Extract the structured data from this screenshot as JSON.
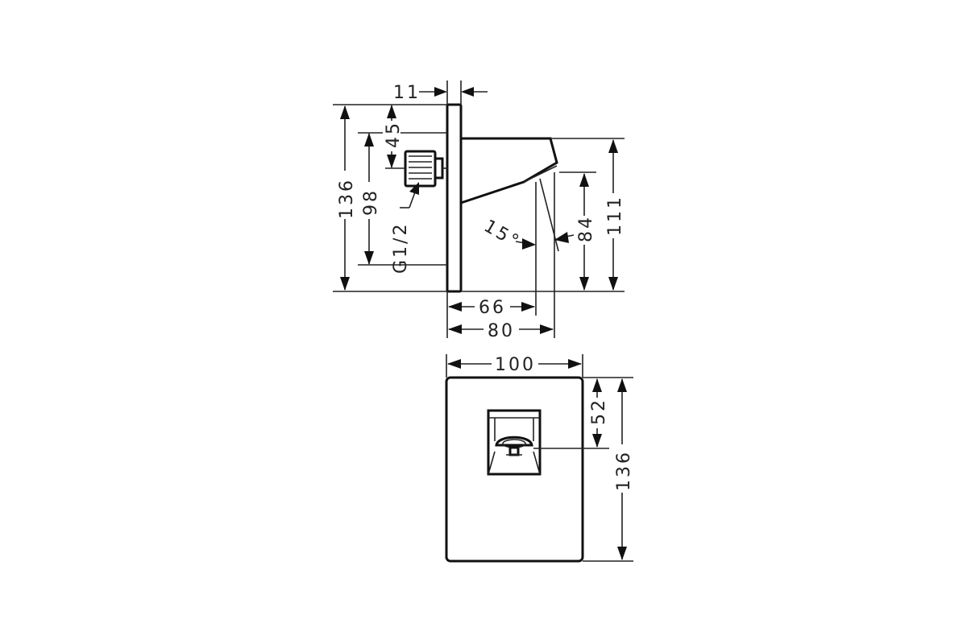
{
  "diagram": {
    "side_view": {
      "dim_plate_thickness": "11",
      "dim_height_total": "136",
      "dim_connector_height": "98",
      "dim_connector_top": "45",
      "dim_thread": "G1/2",
      "dim_angle": "15°",
      "dim_spout_height": "111",
      "dim_outlet_height": "84",
      "dim_projection_66": "66",
      "dim_projection_80": "80"
    },
    "front_view": {
      "dim_width": "100",
      "dim_height": "136",
      "dim_handle_center": "52"
    }
  }
}
